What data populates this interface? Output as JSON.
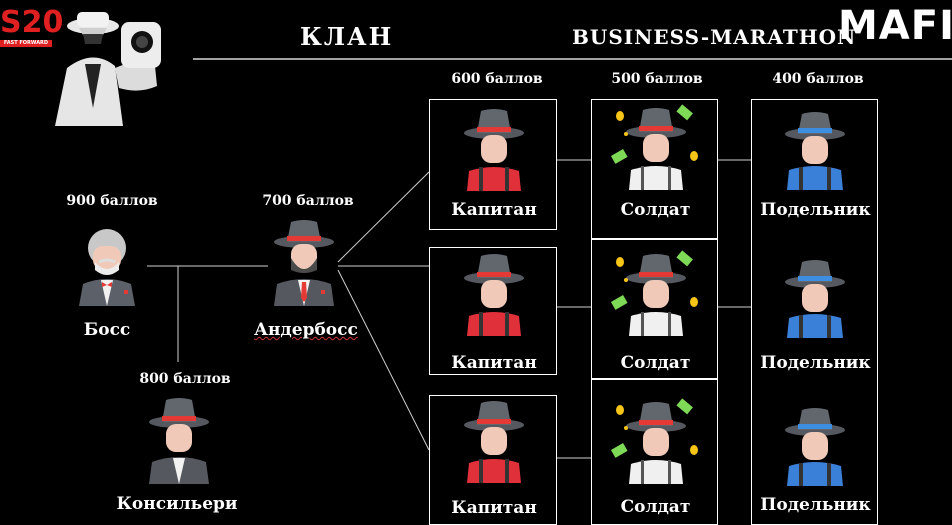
{
  "header": {
    "logo_text": "S20",
    "logo_tagline": "FAST FORWARD",
    "title": "КЛАН",
    "subtitle": "BUSINESS-MARATHON",
    "brand": "MAFIA"
  },
  "nodes": {
    "boss": {
      "points": "900 баллов",
      "label": "Босс"
    },
    "underboss": {
      "points": "700 баллов",
      "label": "Андербосс"
    },
    "consigliere": {
      "points": "800 баллов",
      "label": "Консильери"
    },
    "captain": {
      "points": "600 баллов",
      "label": "Капитан"
    },
    "soldier": {
      "points": "500 баллов",
      "label": "Солдат"
    },
    "associate": {
      "points": "400 баллов",
      "label": "Подельник"
    }
  },
  "colors": {
    "background": "#000000",
    "hat_band_red": "#e53935",
    "hat_band_blue": "#3d8de0",
    "captain_shirt": "#e0303a",
    "associate_shirt": "#3a7fd8",
    "money": "#7ed957",
    "coin": "#f5c518"
  }
}
